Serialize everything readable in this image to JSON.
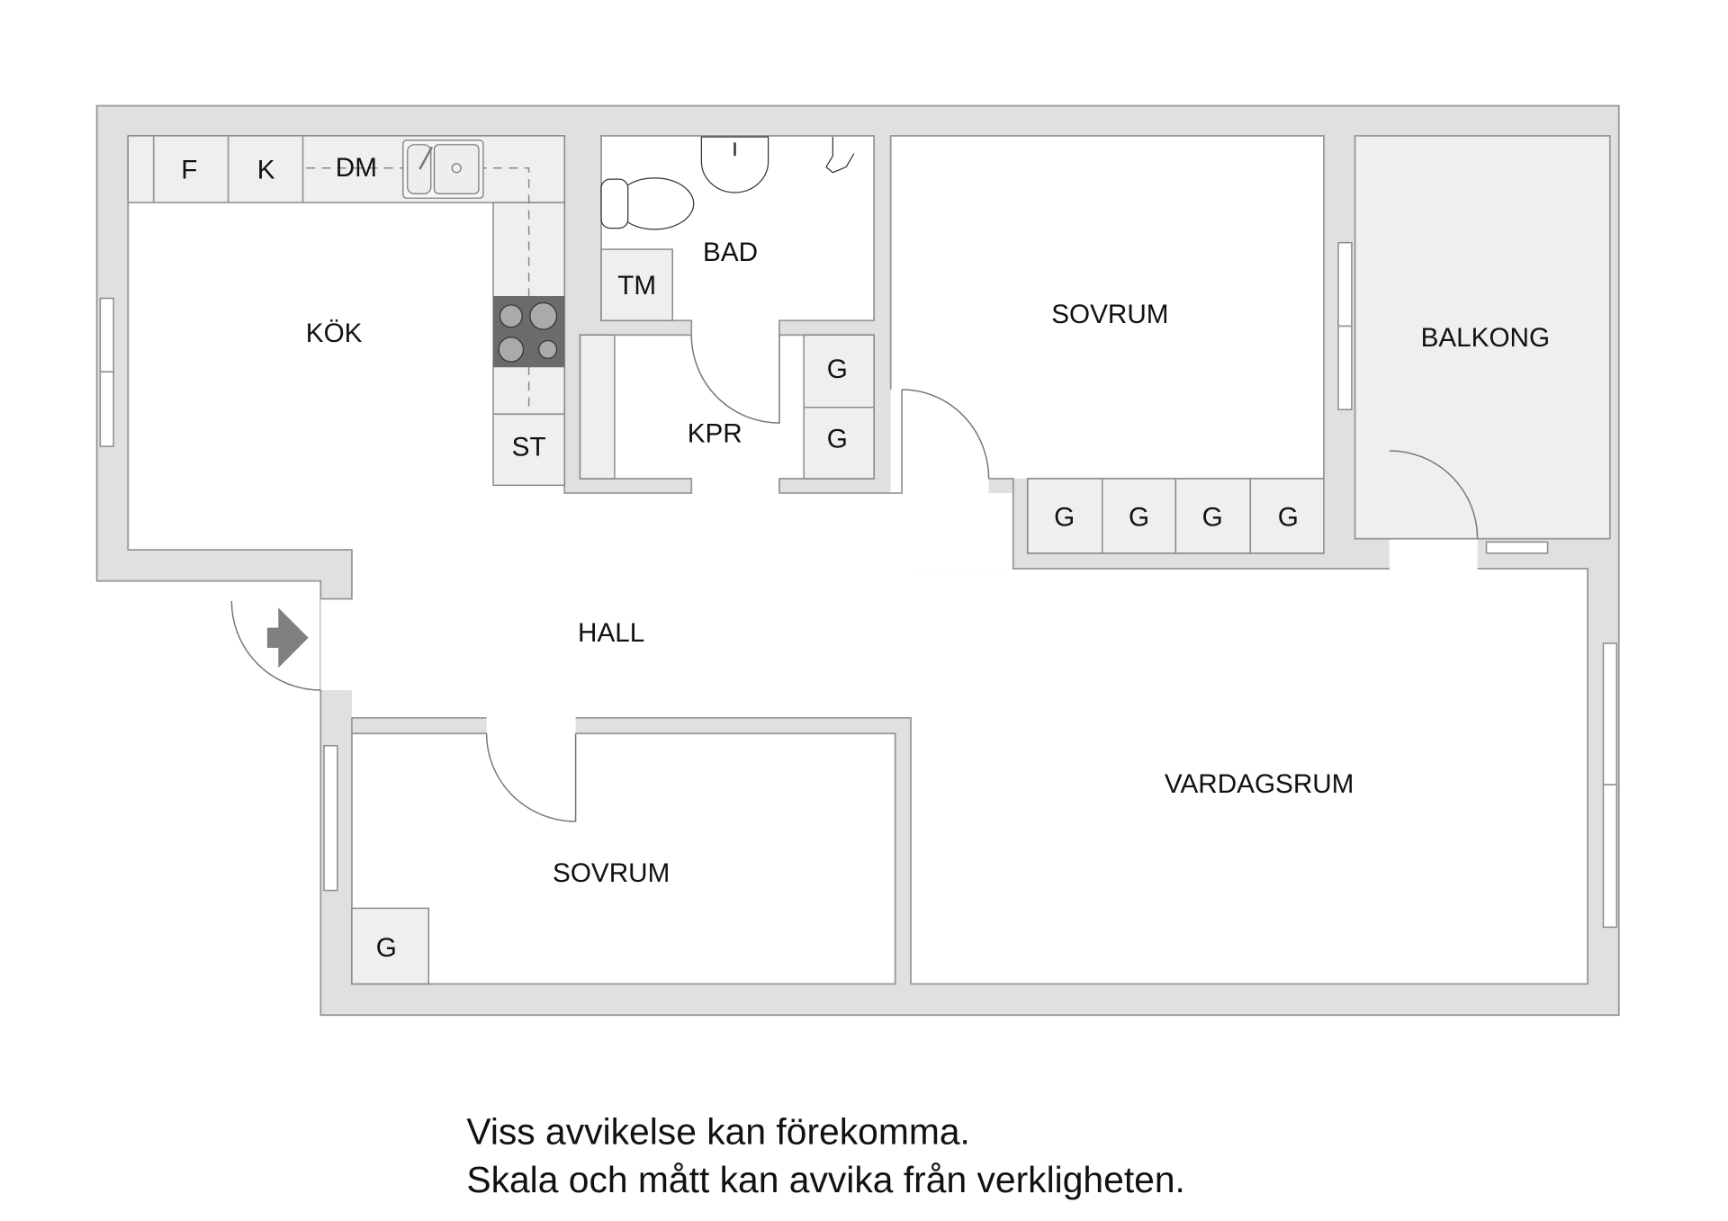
{
  "rooms": {
    "kok": "KÖK",
    "bad": "BAD",
    "kpr": "KPR",
    "sovrum_top": "SOVRUM",
    "balkong": "BALKONG",
    "hall": "HALL",
    "vardagsrum": "VARDAGSRUM",
    "sovrum_bottom": "SOVRUM"
  },
  "fixtures": {
    "fridge": "F",
    "freezer": "K",
    "dishwasher": "DM",
    "storage": "ST",
    "dryer": "TM",
    "wardrobe": "G"
  },
  "disclaimer": {
    "line1": "Viss avvikelse kan förekomma.",
    "line2": "Skala och mått kan avvika från verkligheten."
  },
  "colors": {
    "wall": "#e0e0e0",
    "stove": "#6b6b6b",
    "arrow": "#808080"
  }
}
